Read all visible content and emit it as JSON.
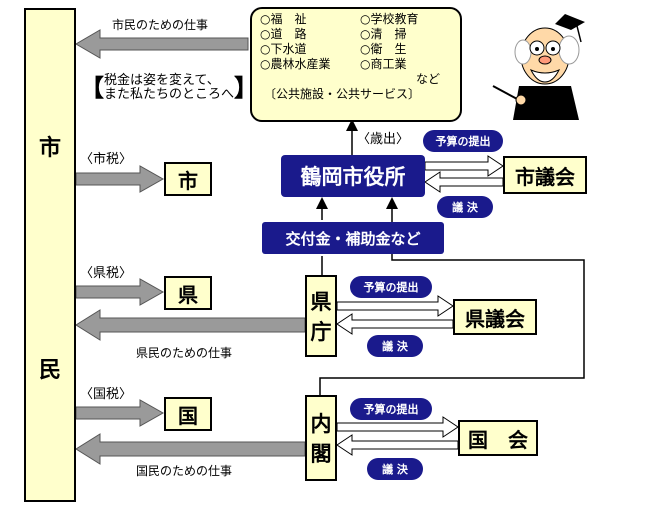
{
  "citizen": {
    "top": "市",
    "bottom": "民"
  },
  "services": {
    "left": [
      "○福　祉",
      "○道　路",
      "○下水道",
      "○農林水産業"
    ],
    "right": [
      "○学校教育",
      "○清　掃",
      "○衛　生",
      "○商工業"
    ],
    "etc": "など",
    "footer": "〔公共施設・公共サービス〕"
  },
  "labels": {
    "city_work": "市民のための仕事",
    "tax_note_1": "税金は姿を変えて、",
    "tax_note_2": "また私たちのところへ",
    "city_tax": "〈市税〉",
    "pref_tax": "〈県税〉",
    "nat_tax": "〈国税〉",
    "expenditure": "〈歳出〉",
    "pref_work": "県民のための仕事",
    "nat_work": "国民のための仕事"
  },
  "boxes": {
    "city": "市",
    "pref": "県",
    "nat": "国",
    "city_hall": "鶴岡市役所",
    "city_council": "市議会",
    "pref_office_1": "県",
    "pref_office_2": "庁",
    "pref_council": "県議会",
    "cabinet_1": "内",
    "cabinet_2": "閣",
    "diet": "国　会",
    "subsidy": "交付金・補助金など"
  },
  "pills": {
    "budget_city": "予算の提出",
    "decision_city": "議 決",
    "budget_pref": "予算の提出",
    "decision_pref": "議 決",
    "budget_nat": "予算の提出",
    "decision_nat": "議 決"
  },
  "colors": {
    "navy": "#1a1a8c",
    "cream": "#ffffcc",
    "arrow": "#9a9a9a"
  }
}
